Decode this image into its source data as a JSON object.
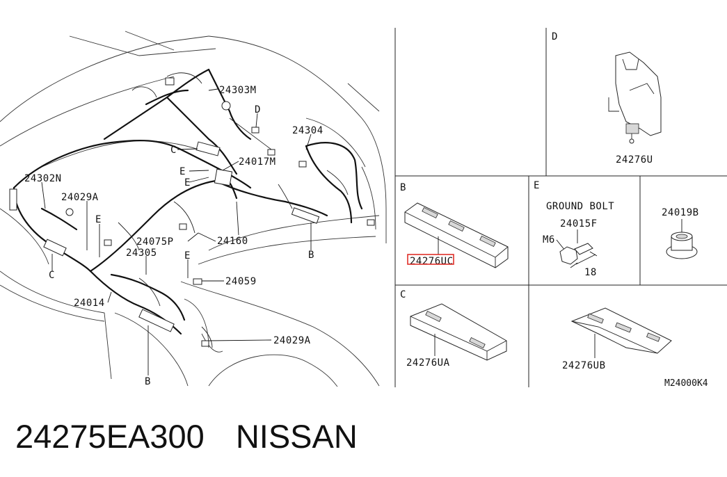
{
  "callouts": {
    "p24303M": "24303M",
    "d_main": "D",
    "p24304": "24304",
    "c_top": "C",
    "p24017M": "24017M",
    "e1": "E",
    "e2": "E",
    "p24302N": "24302N",
    "p24029A_left": "24029A",
    "e3": "E",
    "p24075P": "24075P",
    "p24160": "24160",
    "p24305": "24305",
    "b_main": "B",
    "c_left": "C",
    "e4": "E",
    "p24059": "24059",
    "p24014": "24014",
    "p24029A_bottom": "24029A",
    "b_bottom": "B"
  },
  "panels": {
    "d": {
      "letter": "D",
      "part": "24276U"
    },
    "b": {
      "letter": "B",
      "part": "24276UC"
    },
    "e": {
      "letter": "E",
      "title": "GROUND BOLT",
      "part": "24015F",
      "thread": "M6",
      "length": "18"
    },
    "clip": {
      "part": "24019B"
    },
    "c": {
      "letter": "C",
      "part": "24276UA"
    },
    "ub": {
      "part": "24276UB"
    }
  },
  "diagram_code": "M24000K4",
  "footer": {
    "part_number": "24275EA300",
    "brand": "NISSAN"
  },
  "colors": {
    "highlight": "#e0302a",
    "ink": "#111111"
  }
}
